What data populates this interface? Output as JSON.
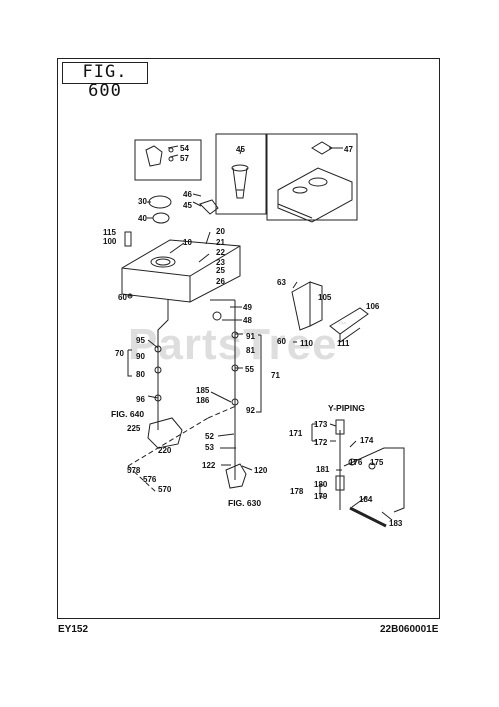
{
  "figure": {
    "label": "FIG. 600"
  },
  "footer": {
    "model": "EY152",
    "code": "22B060001E"
  },
  "watermark": {
    "text": "PartsTree",
    "tm": "™"
  },
  "section_title": "Y-PIPING",
  "refs": {
    "fig640": "FIG. 640",
    "fig630": "FIG. 630"
  },
  "callouts": {
    "c54": "54",
    "c57": "57",
    "c45a": "45",
    "c47": "47",
    "c46": "46",
    "c45b": "45",
    "c30": "30",
    "c40": "40",
    "c20": "20",
    "c21": "21",
    "c10": "10",
    "c22": "22",
    "c23": "23",
    "c25": "25",
    "c26": "26",
    "c115": "115",
    "c100": "100",
    "c60a": "60",
    "c63": "63",
    "c105": "105",
    "c106": "106",
    "c60b": "60",
    "c110": "110",
    "c111": "111",
    "c49": "49",
    "c48": "48",
    "c91": "91",
    "c81": "81",
    "c55": "55",
    "c71": "71",
    "c185": "185",
    "c186": "186",
    "c92": "92",
    "c95": "95",
    "c90": "90",
    "c70": "70",
    "c80": "80",
    "c96": "96",
    "c225": "225",
    "c220": "220",
    "c52": "52",
    "c53": "53",
    "c122": "122",
    "c120": "120",
    "c578": "578",
    "c576": "576",
    "c570": "570",
    "c173": "173",
    "c171": "171",
    "c172": "172",
    "c174": "174",
    "c176": "176",
    "c175": "175",
    "c181": "181",
    "c180": "180",
    "c178": "178",
    "c179": "179",
    "c184": "184",
    "c183": "183"
  }
}
